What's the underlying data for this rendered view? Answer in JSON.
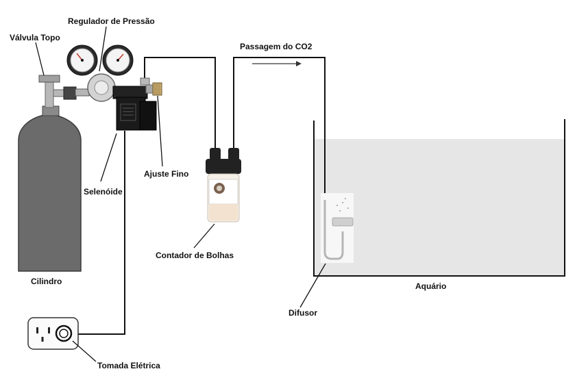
{
  "labels": {
    "valve_top": "Válvula Topo",
    "pressure_regulator": "Regulador de Pressão",
    "co2_passage": "Passagem do CO2",
    "solenoid": "Selenóide",
    "fine_adjust": "Ajuste Fino",
    "bubble_counter": "Contador de Bolhas",
    "cylinder": "Cilindro",
    "aquarium": "Aquário",
    "diffuser": "Difusor",
    "power_outlet": "Tomada Elétrica"
  },
  "colors": {
    "cylinder": "#6b6b6b",
    "water": "#e6e6e6",
    "line": "#111111",
    "solenoid": "#1a1a1a",
    "bubble_cap": "#222222"
  }
}
